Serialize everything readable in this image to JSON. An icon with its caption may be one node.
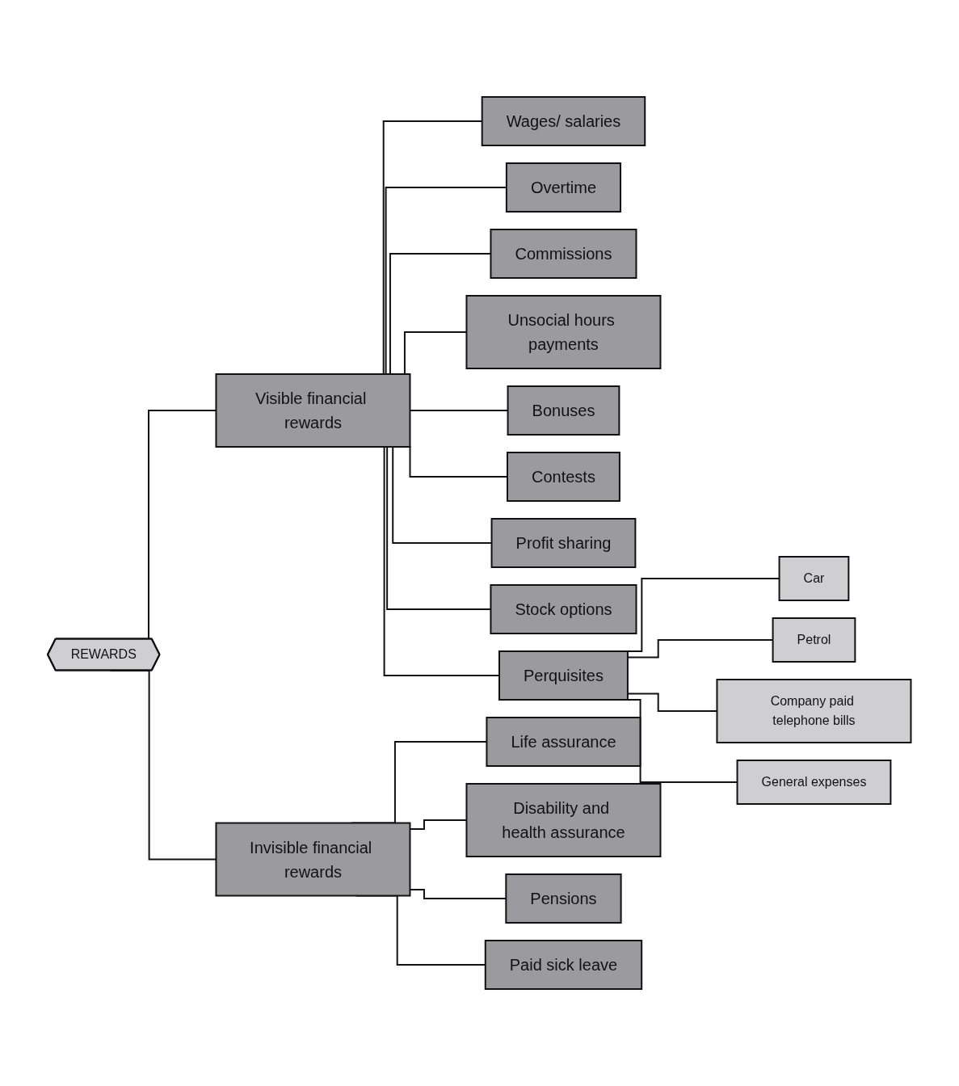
{
  "diagram": {
    "nodes": [
      {
        "text": [
          "REWARDS"
        ]
      },
      {
        "text": [
          "Visible financial rewards"
        ]
      },
      {
        "text": [
          "Invisible financial rewards"
        ]
      },
      {
        "text": [
          "Wages/ salaries"
        ]
      },
      {
        "text": [
          "Overtime"
        ]
      },
      {
        "text": [
          "Life assurance"
        ]
      },
      {
        "text": [
          "Disability and health assurance"
        ]
      },
      {
        "text": [
          "Commissions"
        ]
      },
      {
        "text": [
          "Unsocial hours payments"
        ]
      },
      {
        "text": [
          "Pensions"
        ]
      },
      {
        "text": [
          "Paid sick leave"
        ]
      },
      {
        "text": [
          "Bonuses"
        ]
      },
      {
        "text": [
          "Contests"
        ]
      },
      {
        "text": [
          "Profit sharing"
        ]
      },
      {
        "text": [
          "Stock options"
        ]
      },
      {
        "text": [
          "Car"
        ]
      },
      {
        "text": [
          "Company paid telephone bills"
        ]
      },
      {
        "text": [
          "Perquisites"
        ]
      },
      {
        "text": [
          "Petrol"
        ]
      },
      {
        "text": [
          "General expenses"
        ]
      }
    ],
    "edges": [
      {
        "from": 0,
        "to": 1,
        "arrow": "none"
      },
      {
        "from": 0,
        "to": 2,
        "arrow": "none"
      },
      {
        "from": 1,
        "to": 3,
        "arrow": "none"
      },
      {
        "from": 1,
        "to": 4,
        "arrow": "none"
      },
      {
        "from": 1,
        "to": 7,
        "arrow": "none"
      },
      {
        "from": 1,
        "to": 8,
        "arrow": "none"
      },
      {
        "from": 1,
        "to": 11,
        "arrow": "none"
      },
      {
        "from": 1,
        "to": 12,
        "arrow": "none"
      },
      {
        "from": 1,
        "to": 13,
        "arrow": "none"
      },
      {
        "from": 1,
        "to": 14,
        "arrow": "none"
      },
      {
        "from": 1,
        "to": 17,
        "arrow": "none"
      },
      {
        "from": 2,
        "to": 5,
        "arrow": "none"
      },
      {
        "from": 2,
        "to": 6,
        "arrow": "none"
      },
      {
        "from": 2,
        "to": 9,
        "arrow": "none"
      },
      {
        "from": 2,
        "to": 10,
        "arrow": "none"
      },
      {
        "from": 17,
        "to": 15,
        "arrow": "none"
      },
      {
        "from": 17,
        "to": 18,
        "arrow": "none"
      },
      {
        "from": 17,
        "to": 16,
        "arrow": "none"
      },
      {
        "from": 17,
        "to": 19,
        "arrow": "none"
      }
    ]
  }
}
